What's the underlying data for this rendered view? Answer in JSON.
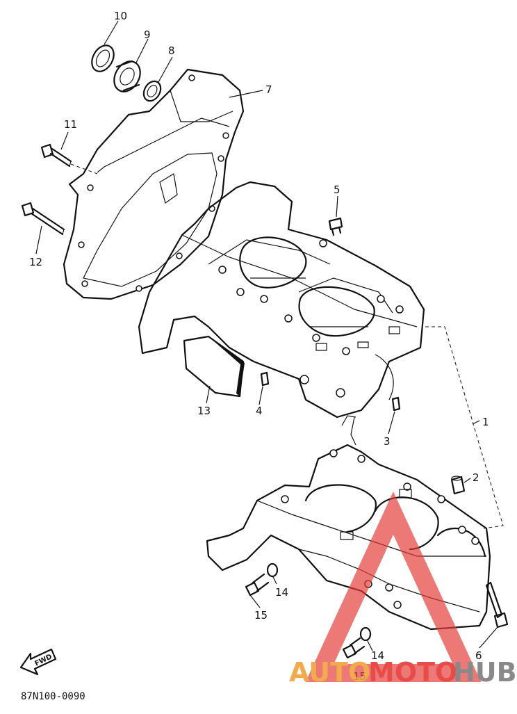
{
  "diagram": {
    "part_code": "87N100-0090",
    "fwd_label": "FWD",
    "callouts": [
      "1",
      "2",
      "3",
      "4",
      "5",
      "6",
      "7",
      "8",
      "9",
      "10",
      "11",
      "12",
      "13",
      "14",
      "14",
      "15",
      "15"
    ]
  },
  "watermark": {
    "text_auto": "AUTO",
    "text_moto": "MOTO",
    "text_hub": "HUB",
    "color_orange": "#f0a33a",
    "color_red": "#e53935",
    "color_gray": "#7d7d7d"
  }
}
